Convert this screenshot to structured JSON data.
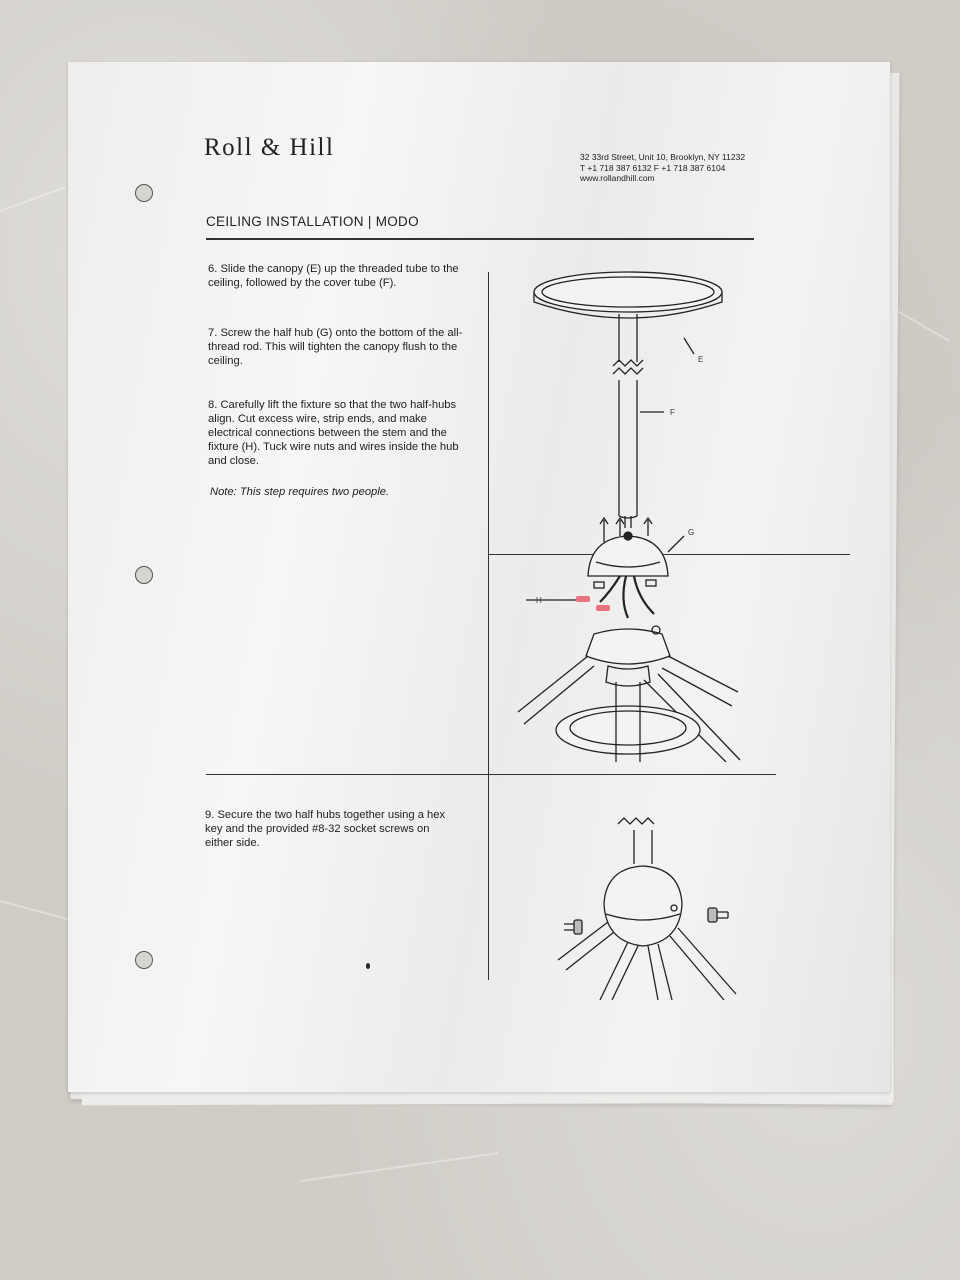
{
  "brand": "Roll & Hill",
  "address": {
    "line1": "32 33rd Street, Unit 10, Brooklyn, NY 11232",
    "line2": "T +1 718 387 6132  F +1 718 387 6104",
    "line3": "www.rollandhill.com"
  },
  "section_title": "CEILING INSTALLATION | MODO",
  "steps": {
    "s6": "6. Slide the canopy (E) up the threaded tube to the ceiling, followed by the cover tube (F).",
    "s7": "7. Screw the half hub (G) onto the bottom of the all-thread rod. This will tighten the canopy flush to the ceiling.",
    "s8": "8. Carefully lift the fixture so that the two half-hubs align. Cut excess wire, strip ends, and make electrical connections between the stem and the fixture (H). Tuck wire nuts and wires inside the hub and close.",
    "note": "Note: This step requires two people.",
    "s9": "9. Secure the two half hubs together using a hex key and the provided #8-32 socket screws on either side."
  },
  "callouts": {
    "e": "E",
    "f": "F",
    "g": "G",
    "h": "H"
  },
  "colors": {
    "wire_nut": "#e8737f",
    "paper": "#f3f3f1",
    "ink": "#222222"
  }
}
